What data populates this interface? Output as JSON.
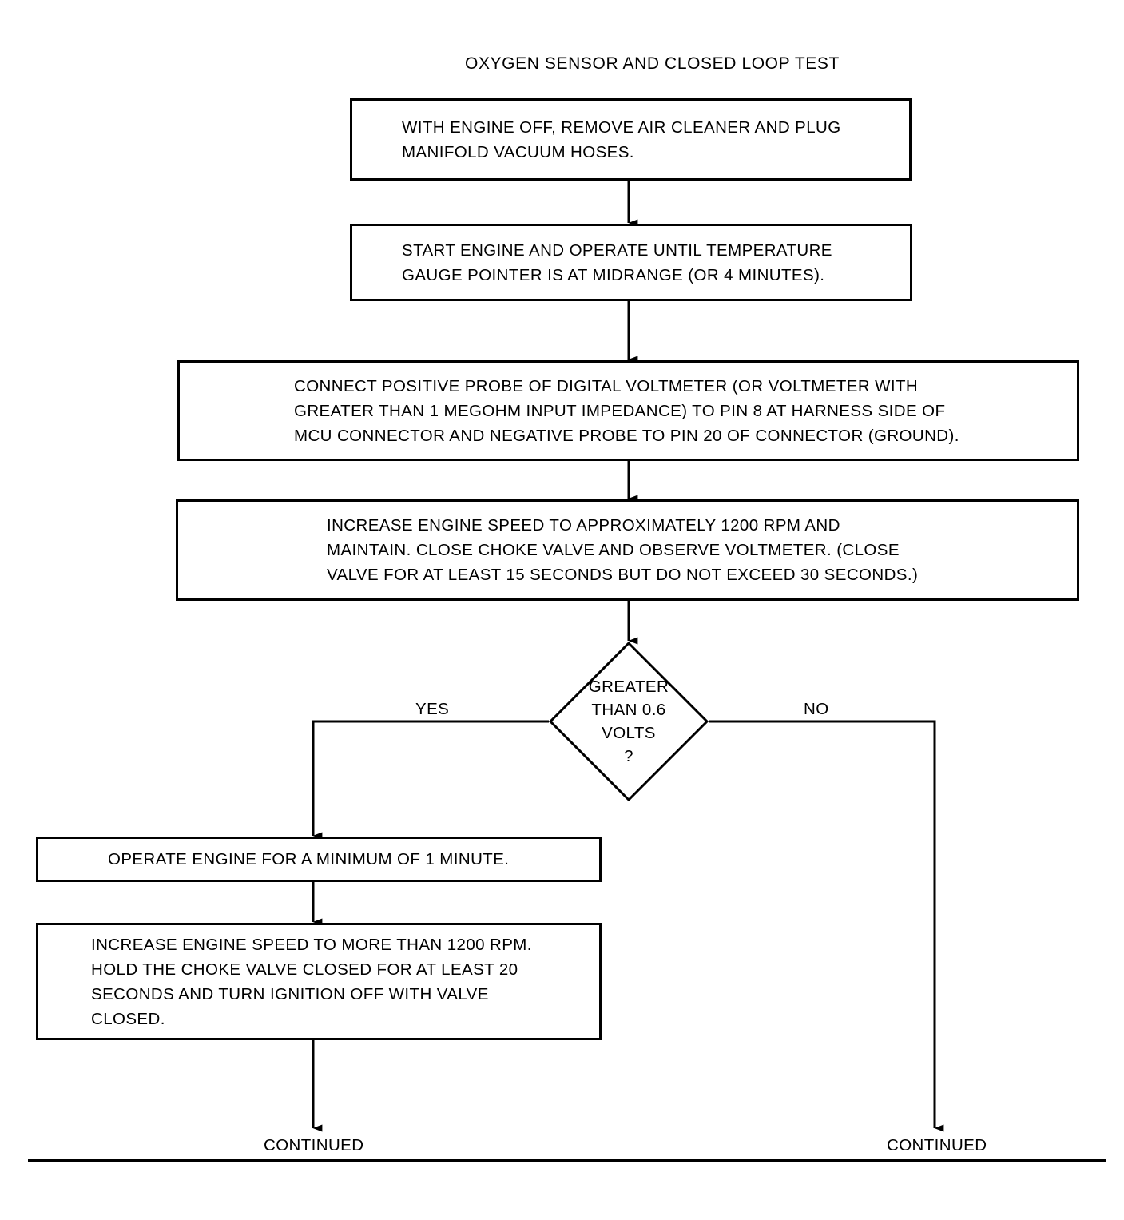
{
  "title": "OXYGEN SENSOR AND CLOSED LOOP TEST",
  "nodes": {
    "step1": "WITH ENGINE OFF, REMOVE AIR CLEANER AND PLUG\nMANIFOLD VACUUM HOSES.",
    "step2": "START ENGINE AND OPERATE UNTIL TEMPERATURE\nGAUGE POINTER IS AT MIDRANGE (OR 4 MINUTES).",
    "step3": "CONNECT POSITIVE PROBE OF DIGITAL VOLTMETER (OR VOLTMETER WITH\nGREATER THAN 1 MEGOHM INPUT IMPEDANCE) TO PIN 8 AT HARNESS SIDE OF\nMCU CONNECTOR AND NEGATIVE PROBE TO PIN 20 OF CONNECTOR (GROUND).",
    "step4": "INCREASE ENGINE SPEED TO APPROXIMATELY 1200 RPM AND\nMAINTAIN. CLOSE CHOKE VALVE AND OBSERVE VOLTMETER. (CLOSE\nVALVE FOR AT LEAST 15 SECONDS BUT DO NOT EXCEED 30 SECONDS.)",
    "decision": "GREATER\nTHAN 0.6\nVOLTS\n?",
    "step5": "OPERATE ENGINE FOR A MINIMUM OF 1 MINUTE.",
    "step6": "INCREASE ENGINE SPEED TO MORE THAN 1200 RPM.\nHOLD THE CHOKE VALVE CLOSED FOR AT LEAST 20\nSECONDS AND TURN IGNITION OFF WITH VALVE\nCLOSED."
  },
  "edges": {
    "yes_label": "YES",
    "no_label": "NO"
  },
  "terminals": {
    "continued_left": "CONTINUED",
    "continued_right": "CONTINUED"
  },
  "colors": {
    "ink": "#000000",
    "paper": "#ffffff"
  }
}
